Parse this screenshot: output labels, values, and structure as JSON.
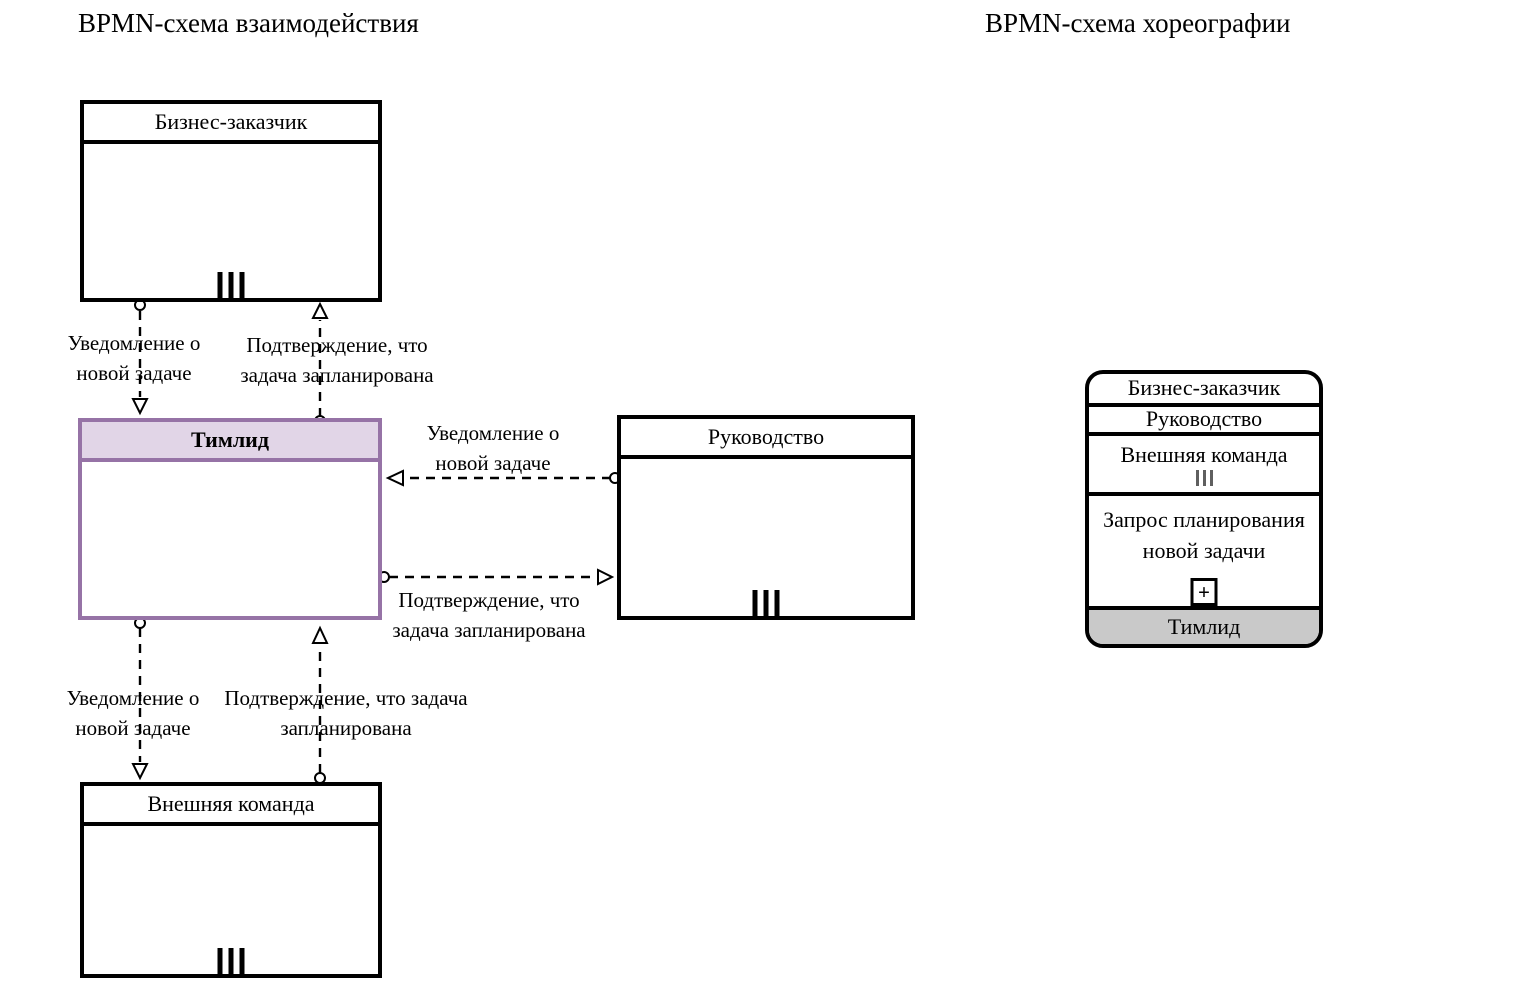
{
  "titles": {
    "left": "BPMN-схема взаимодействия",
    "right": "BPMN-схема хореографии"
  },
  "interaction": {
    "pools": {
      "business": {
        "name": "Бизнес-заказчик",
        "multi_instance": true,
        "highlighted": false
      },
      "teamlead": {
        "name": "Тимлид",
        "multi_instance": false,
        "highlighted": true
      },
      "management": {
        "name": "Руководство",
        "multi_instance": true,
        "highlighted": false
      },
      "external": {
        "name": "Внешняя команда",
        "multi_instance": true,
        "highlighted": false
      }
    },
    "flows": [
      {
        "label": "Уведомление о новой задаче",
        "from": "Бизнес-заказчик",
        "to": "Тимлид"
      },
      {
        "label": "Подтверждение, что задача запланирована",
        "from": "Тимлид",
        "to": "Бизнес-заказчик"
      },
      {
        "label": "Уведомление о новой задаче",
        "from": "Руководство",
        "to": "Тимлид"
      },
      {
        "label": "Подтверждение, что задача запланирована",
        "from": "Тимлид",
        "to": "Руководство"
      },
      {
        "label": "Уведомление о новой задаче",
        "from": "Тимлид",
        "to": "Внешняя команда"
      },
      {
        "label": "Подтверждение, что задача запланирована",
        "from": "Внешняя команда",
        "to": "Тимлид"
      }
    ]
  },
  "choreography": {
    "participants_top": [
      "Бизнес-заказчик",
      "Руководство",
      "Внешняя команда"
    ],
    "task_name": "Запрос планирования новой задачи",
    "participant_bottom": "Тимлид",
    "subprocess_marker": "+",
    "multi_instance_participant": "Внешняя команда"
  },
  "colors": {
    "accent_border": "#9673A6",
    "accent_fill": "#E1D5E7",
    "band_fill": "#C9C9C9",
    "mi_gray": "#5F5F5F",
    "ink": "#000000"
  }
}
